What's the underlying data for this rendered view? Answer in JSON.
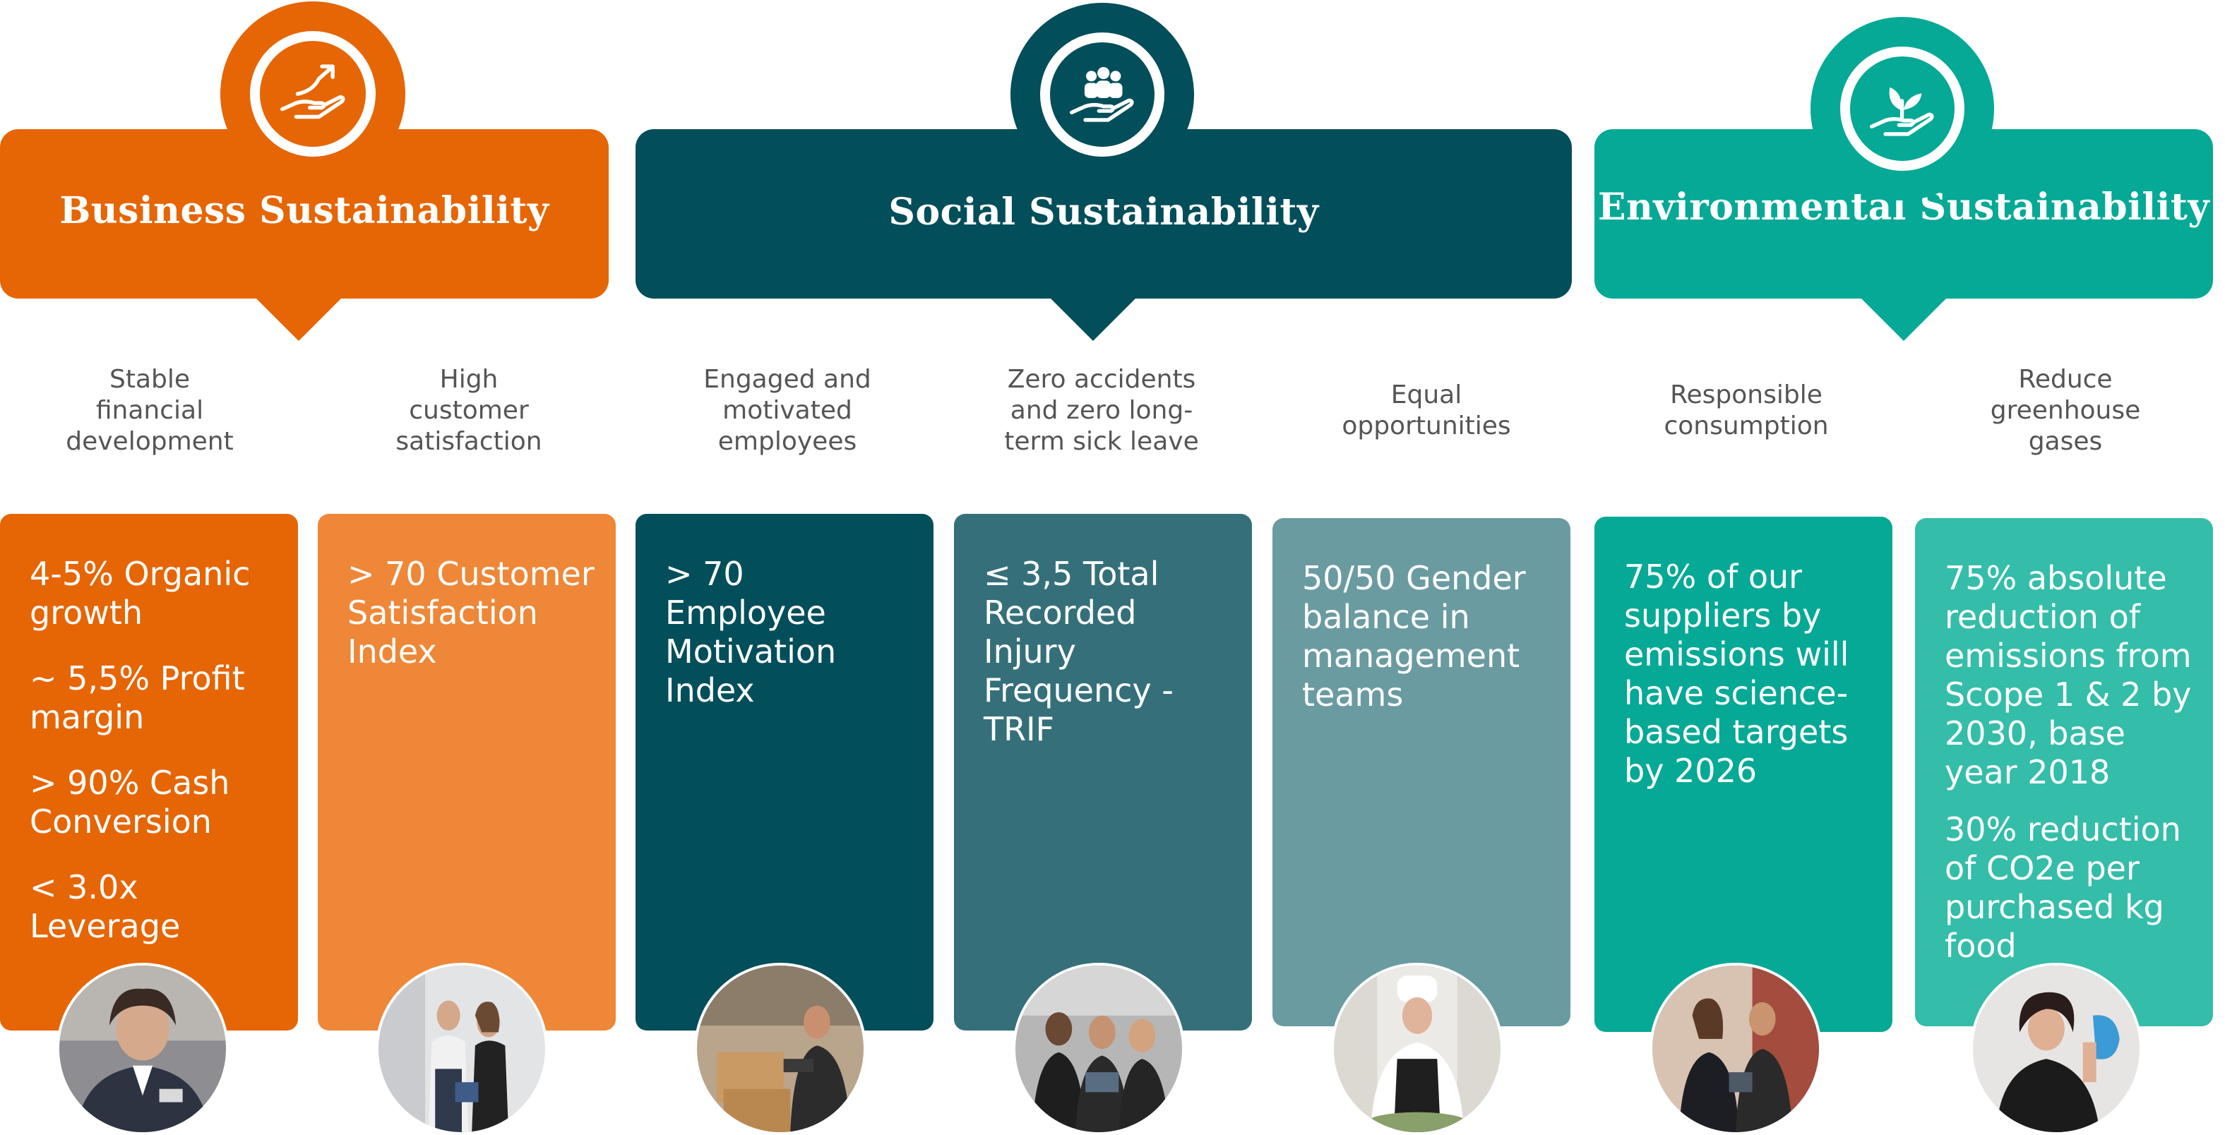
{
  "colors": {
    "business": "#E66504",
    "business_light": "#EE8737",
    "social": "#024E5A",
    "social_mid": "#35707A",
    "social_light": "#6A9BA1",
    "environmental": "#05A996",
    "environmental_light": "#34BDA9"
  },
  "pillars": [
    {
      "title": "Business Sustainability",
      "icon": "rising-arrow-hand-icon"
    },
    {
      "title": "Social Sustainability",
      "icon": "people-hand-icon"
    },
    {
      "title": "Environmental Sustainability",
      "icon": "plant-hand-icon"
    }
  ],
  "columns": [
    {
      "goal": [
        "Stable",
        "financial",
        "development"
      ],
      "targets": [
        "4-5% Organic growth",
        "~ 5,5% Profit margin",
        "> 90% Cash Conversion",
        "< 3.0x Leverage"
      ],
      "photo": "photo-business-professional"
    },
    {
      "goal": [
        "High",
        "customer",
        "satisfaction"
      ],
      "targets": [
        "> 70 Customer Satisfaction Index"
      ],
      "photo": "photo-customer-meeting"
    },
    {
      "goal": [
        "Engaged and",
        "motivated",
        "employees"
      ],
      "targets": [
        "> 70 Employee Motivation Index"
      ],
      "photo": "photo-warehouse-workers"
    },
    {
      "goal": [
        "Zero accidents",
        "and zero long-",
        "term sick leave"
      ],
      "targets": [
        "≤ 3,5 Total Recorded Injury Frequency - TRIF"
      ],
      "photo": "photo-team-with-tablet"
    },
    {
      "goal": [
        "Equal",
        "opportunities"
      ],
      "targets": [
        "50/50 Gender balance in management teams"
      ],
      "photo": "photo-chef"
    },
    {
      "goal": [
        "Responsible",
        "consumption"
      ],
      "targets": [
        "75% of our suppliers by emissions will have science-based targets by 2026"
      ],
      "photo": "photo-two-colleagues"
    },
    {
      "goal": [
        "Reduce",
        "greenhouse",
        "gases"
      ],
      "targets": [
        "75% absolute reduction of emissions from Scope 1 & 2 by 2030, base year 2018",
        "30% reduction of CO2e per purchased kg food"
      ],
      "photo": "photo-cleaning-worker"
    }
  ]
}
